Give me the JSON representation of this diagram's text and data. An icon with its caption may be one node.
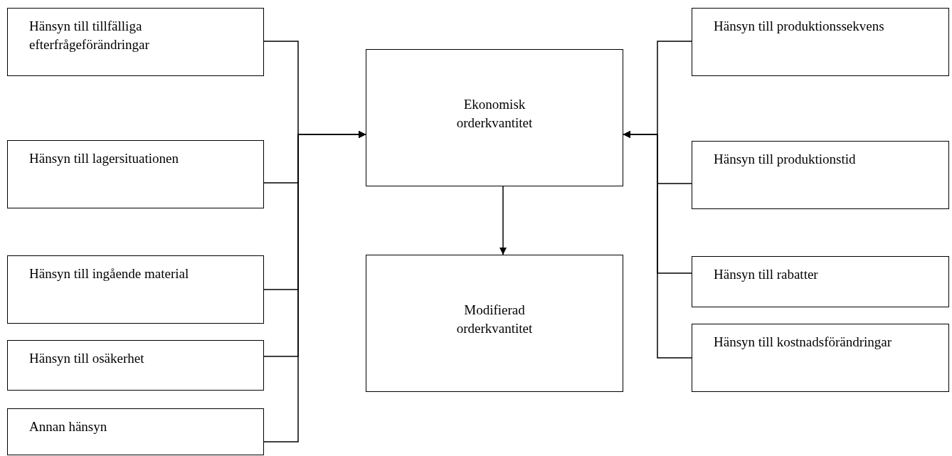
{
  "diagram": {
    "nodes": [
      {
        "text": [
          "Hänsyn till tillfälliga efterfrågeförändringar"
        ]
      },
      {
        "text": [
          "Hänsyn till lagersituationen"
        ]
      },
      {
        "text": [
          "Hänsyn till ingående material"
        ]
      },
      {
        "text": [
          "Hänsyn till osäkerhet"
        ]
      },
      {
        "text": [
          "Annan hänsyn"
        ]
      },
      {
        "text": [
          "Ekonomisk orderkvantitet"
        ]
      },
      {
        "text": [
          "Modifierad orderkvantitet"
        ]
      },
      {
        "text": [
          "Hänsyn till produktionssekvens"
        ]
      },
      {
        "text": [
          "Hänsyn till produktionstid"
        ]
      },
      {
        "text": [
          "Hänsyn till rabatter"
        ]
      },
      {
        "text": [
          "Hänsyn till kostnadsförändringar"
        ]
      }
    ],
    "edges": [
      {
        "from": 0,
        "to": 5,
        "arrow": "to"
      },
      {
        "from": 1,
        "to": 5,
        "arrow": "to"
      },
      {
        "from": 2,
        "to": 5,
        "arrow": "to"
      },
      {
        "from": 3,
        "to": 5,
        "arrow": "to"
      },
      {
        "from": 4,
        "to": 5,
        "arrow": "to"
      },
      {
        "from": 7,
        "to": 5,
        "arrow": "to"
      },
      {
        "from": 8,
        "to": 5,
        "arrow": "to"
      },
      {
        "from": 9,
        "to": 5,
        "arrow": "to"
      },
      {
        "from": 10,
        "to": 5,
        "arrow": "to"
      },
      {
        "from": 5,
        "to": 6,
        "arrow": "to"
      }
    ]
  }
}
